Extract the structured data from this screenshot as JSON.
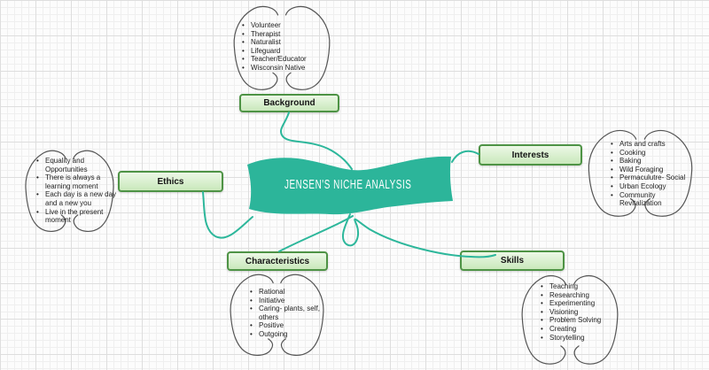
{
  "title": "JENSEN'S NICHE ANALYSIS",
  "colors": {
    "central_banner": "#2cb59a",
    "connector": "#2db79b",
    "node_border": "#4e9345",
    "node_fill_top": "#ecf8e6",
    "node_fill_bottom": "#c9e8bb",
    "cloud_outline": "#555555",
    "grid_line": "#dedede"
  },
  "branches": [
    {
      "label": "Background",
      "items": [
        "Volunteer",
        "Therapist",
        "Naturalist",
        "Lifeguard",
        "Teacher/Educator",
        "Wisconsin Native"
      ]
    },
    {
      "label": "Ethics",
      "items": [
        "Equality and Opportunities",
        "There is always a learning moment",
        "Each day is a new day and a new you",
        "Live in the present moment"
      ]
    },
    {
      "label": "Interests",
      "items": [
        "Arts and crafts",
        "Cooking",
        "Baking",
        "Wild Foraging",
        "Permaculutre- Social",
        "Urban Ecology",
        "Community Revitalization"
      ]
    },
    {
      "label": "Characteristics",
      "items": [
        "Rational",
        "Initiative",
        "Caring- plants, self, others",
        "Positive",
        "Outgoing"
      ]
    },
    {
      "label": "Skills",
      "items": [
        "Teaching",
        "Researching",
        "Experimenting",
        "Visioning",
        "Problem Solving",
        "Creating",
        "Storytelling"
      ]
    }
  ]
}
